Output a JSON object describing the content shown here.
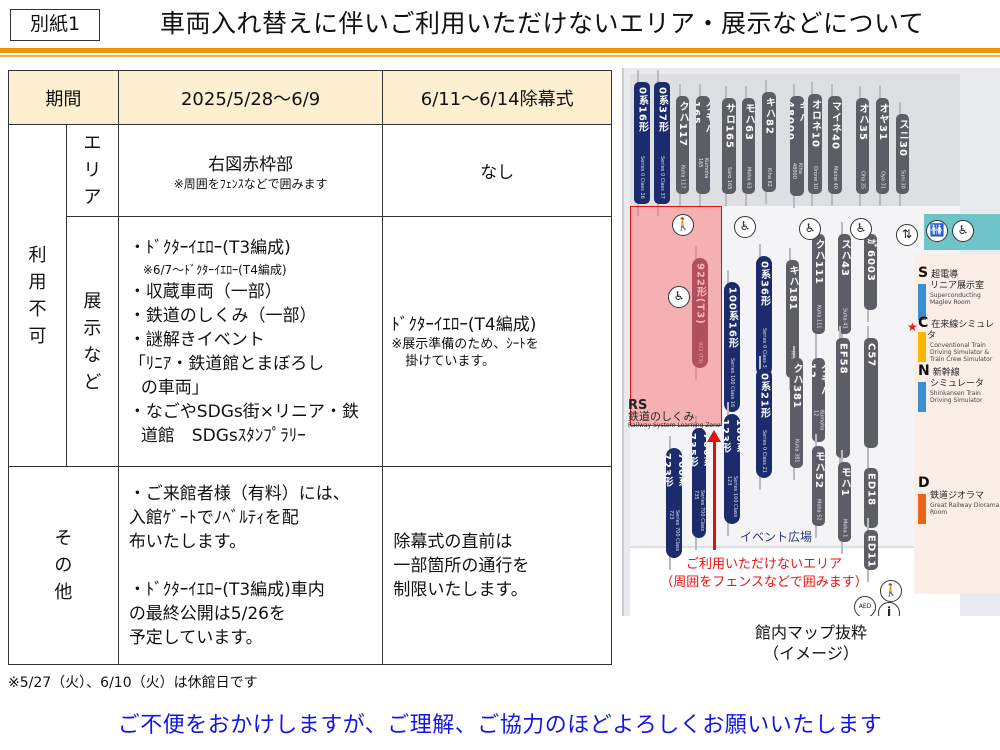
{
  "header": {
    "attachment_label": "別紙1",
    "title": "車両入れ替えに伴いご利用いただけないエリア・展示などについて",
    "accent_color": "#f29400"
  },
  "table": {
    "header": {
      "period_label": "期間",
      "col_a": "2025/5/28～6/9",
      "col_b": "6/11～6/14除幕式"
    },
    "unavailable_group_label": [
      "利",
      "用",
      "不",
      "可"
    ],
    "area_row": {
      "label": [
        "エ",
        "リ",
        "ア"
      ],
      "col_a_main": "右図赤枠部",
      "col_a_note": "※周囲をﾌｪﾝｽなどで囲みます",
      "col_b": "なし"
    },
    "exhibit_row": {
      "label": [
        "展",
        "示",
        "な",
        "ど"
      ],
      "col_a_items": [
        "・ﾄﾞｸﾀｰｲｴﾛｰ(T3編成)",
        "※6/7～ﾄﾞｸﾀｰｲｴﾛｰ(T4編成)",
        "・収蔵車両（一部）",
        "・鉄道のしくみ（一部）",
        "・謎解きイベント",
        "「ﾘﾆｱ・鉄道館とまぼろし",
        "の車両」",
        "・なごやSDGs街×リニア・鉄",
        "道館　SDGsｽﾀﾝﾌﾟﾗﾘｰ"
      ],
      "col_b_main": "ﾄﾞｸﾀｰｲｴﾛｰ(T4編成)",
      "col_b_note_1": "※展示準備のため、ｼｰﾄを",
      "col_b_note_2": "掛けています。"
    },
    "other_row": {
      "label": [
        "そ",
        "の",
        "他"
      ],
      "col_a_lines_1": [
        "・ご来館者様（有料）には、",
        "入館ｹﾞｰﾄでﾉﾍﾞﾙﾃｨを配",
        "布いたします。"
      ],
      "col_a_lines_2": [
        "・ﾄﾞｸﾀｰｲｴﾛｰ(T3編成)車内",
        "の最終公開は5/26を",
        "予定しています。"
      ],
      "col_b_lines": [
        "除幕式の直前は",
        "一部箇所の通行を",
        "制限いたします。"
      ]
    },
    "header_bg_color": "#fdefcf"
  },
  "closed_days_note": "※5/27（火）、6/10（火）は休館日です",
  "closing_message": "ご不便をおかけしますが、ご理解、ご協力のほどよろしくお願いいたします",
  "closing_message_color": "#1414e6",
  "map": {
    "top_cars": [
      {
        "name": "0系16形",
        "en": "Series 0 Class 16",
        "style": "navy"
      },
      {
        "name": "0系37形",
        "en": "Series 0 Class 37",
        "style": "navy"
      },
      {
        "name": "クハ117",
        "en": "Kuha 117",
        "style": "grey"
      },
      {
        "name": "クモハ165",
        "en": "Kumoha 165",
        "style": "grey"
      },
      {
        "name": "サロ165",
        "en": "Saro 165",
        "style": "grey"
      },
      {
        "name": "モハ63",
        "en": "Moha 63",
        "style": "grey"
      },
      {
        "name": "キハ82",
        "en": "Kiha 82",
        "style": "grey"
      },
      {
        "name": "キハ48000",
        "en": "Kiha 48000",
        "style": "grey"
      },
      {
        "name": "オロネ10",
        "en": "Orone 10",
        "style": "grey"
      },
      {
        "name": "マイネ40",
        "en": "Maine 40",
        "style": "grey"
      },
      {
        "name": "オハ35",
        "en": "Oha 35",
        "style": "grey"
      },
      {
        "name": "オヤ31",
        "en": "Oya 31",
        "style": "grey"
      },
      {
        "name": "スニ30",
        "en": "Suni 30",
        "style": "grey"
      }
    ],
    "mid_cars": [
      {
        "name": "922形(T3)",
        "en": "922 (T3)",
        "style": "plum"
      },
      {
        "name": "100系16形",
        "en": "Series 100 Class 16",
        "style": "navy"
      },
      {
        "name": "0系36形",
        "en": "Series 0 Class 36",
        "style": "navy"
      },
      {
        "name": "キハ181",
        "en": "Kiha 181",
        "style": "grey"
      },
      {
        "name": "クハ111",
        "en": "Kuha 111",
        "style": "grey"
      },
      {
        "name": "スハ43",
        "en": "Suha 43",
        "style": "grey"
      },
      {
        "name": "ｶﾞ6003",
        "en": "",
        "style": "grey"
      },
      {
        "name": "EF58",
        "en": "",
        "style": "grey"
      },
      {
        "name": "C57",
        "en": "",
        "style": "grey"
      }
    ],
    "low_cars": [
      {
        "name": "700系723形",
        "en": "Series 700 Class 723",
        "style": "navy"
      },
      {
        "name": "700系735形",
        "en": "Series 700 Class 735",
        "style": "navy"
      },
      {
        "name": "100系123形",
        "en": "Series 100 Class 123",
        "style": "navy"
      },
      {
        "name": "0系21形",
        "en": "Series 0 Class 21",
        "style": "navy"
      },
      {
        "name": "クハ381",
        "en": "Kuha 381",
        "style": "grey"
      },
      {
        "name": "クモハ12",
        "en": "Kumoha 12",
        "style": "grey"
      },
      {
        "name": "モハ52",
        "en": "Moha 52",
        "style": "grey"
      },
      {
        "name": "モハ1",
        "en": "Moha 1",
        "style": "grey"
      },
      {
        "name": "ED18",
        "en": "",
        "style": "grey"
      },
      {
        "name": "ED11",
        "en": "",
        "style": "grey"
      }
    ],
    "zones": [
      {
        "letter": "S",
        "name_1": "超電導",
        "name_2": "リニア展示室",
        "en": "Superconducting Maglev Room",
        "color": "#3a8fd0"
      },
      {
        "letter": "C",
        "name_1": "在来線シミュレータ",
        "name_2": "",
        "en": "Conventional Train Driving Simulator & Train Crew Simulator",
        "color": "#f5b800"
      },
      {
        "letter": "N",
        "name_1": "新幹線",
        "name_2": "シミュレータ",
        "en": "Shinkansen Train Driving Simulator",
        "color": "#3a8fd0"
      },
      {
        "letter": "D",
        "name_1": "鉄道ジオラマ",
        "name_2": "",
        "en": "Great Railway Diorama Room",
        "color": "#e8641a"
      }
    ],
    "rs_zone": {
      "letter": "RS",
      "name": "鉄道のしくみ",
      "en": "Railway System Learning Zone"
    },
    "event_plaza_label": "イベント広場",
    "restricted_label_1": "ご利用いただけないエリア",
    "restricted_label_2": "（周囲をフェンスなどで囲みます）",
    "restricted_color": "#e01010",
    "icons": [
      "wheelchair-icon",
      "stroller-icon",
      "elevator-icon",
      "restroom-icon",
      "info-icon",
      "aed-icon"
    ]
  },
  "map_caption": {
    "line_1": "館内マップ抜粋",
    "line_2": "（イメージ）"
  }
}
